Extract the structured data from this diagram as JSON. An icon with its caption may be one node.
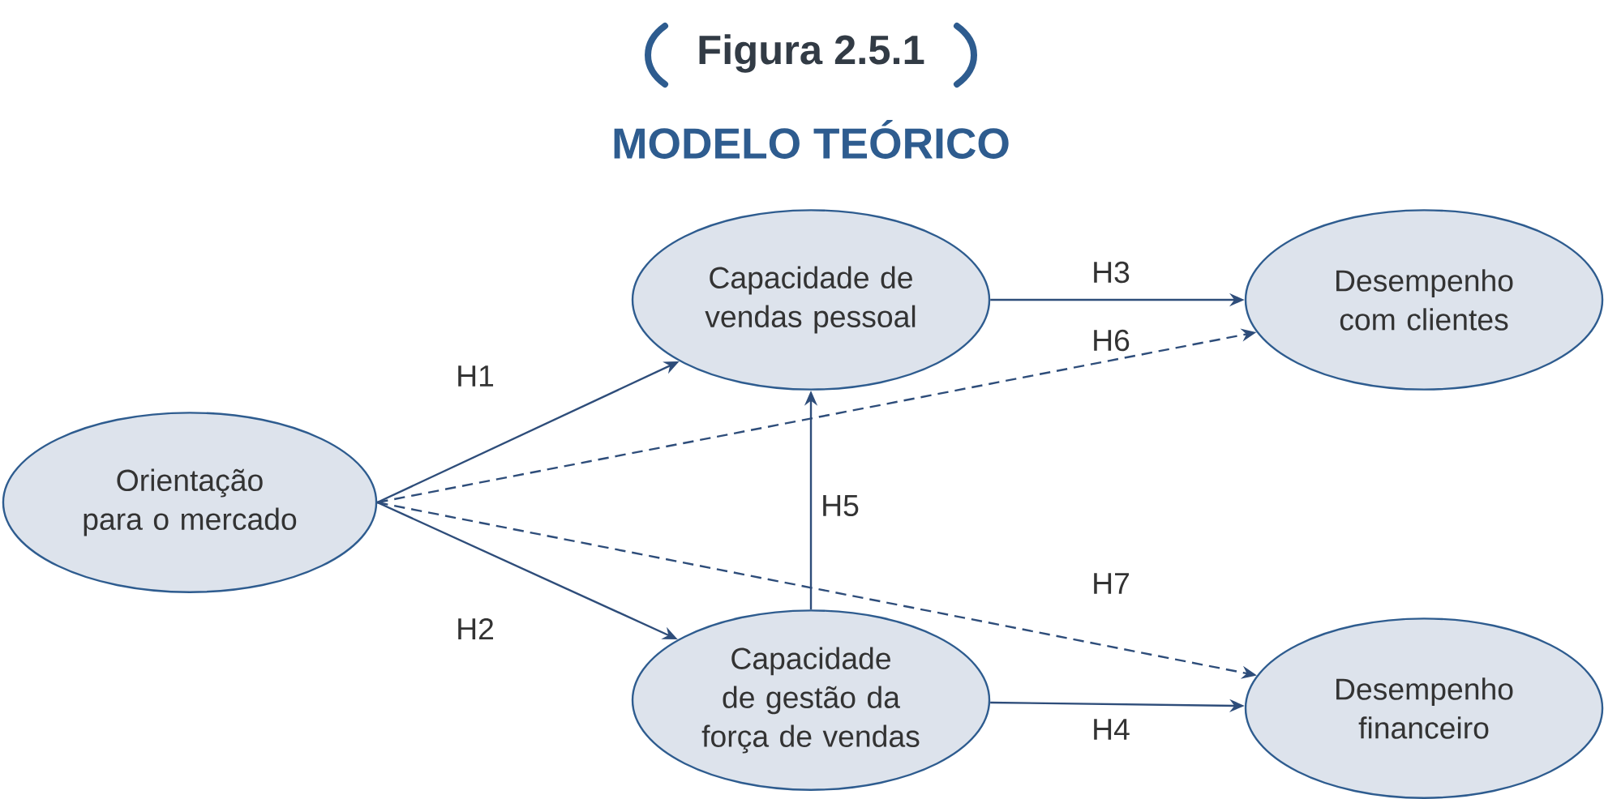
{
  "diagram": {
    "title": "MODELO TEÓRICO",
    "nodes": [
      {
        "text": [
          "Orientação para o mercado"
        ]
      },
      {
        "text": [
          "Capacidade de vendas pessoal"
        ]
      },
      {
        "text": [
          "Desempenho com clientes"
        ]
      },
      {
        "text": [
          "Capacidade de gestão da força de vendas"
        ]
      },
      {
        "text": [
          "Desempenho financeiro"
        ]
      }
    ],
    "edges": [
      {
        "from": 0,
        "to": 1,
        "arrow": "to",
        "label": "H1"
      },
      {
        "from": 0,
        "to": 3,
        "arrow": "to",
        "label": "H2"
      },
      {
        "from": 1,
        "to": 2,
        "arrow": "to",
        "label": "H3"
      },
      {
        "from": 3,
        "to": 4,
        "arrow": "to",
        "label": "H4"
      },
      {
        "from": 3,
        "to": 1,
        "arrow": "to",
        "label": "H5"
      },
      {
        "from": 0,
        "to": 2,
        "arrow": "to",
        "label": "H6",
        "style": "dashed"
      },
      {
        "from": 0,
        "to": 4,
        "arrow": "to",
        "label": "H7",
        "style": "dashed"
      }
    ],
    "labels": [
      "Figura 2.5.1"
    ]
  }
}
